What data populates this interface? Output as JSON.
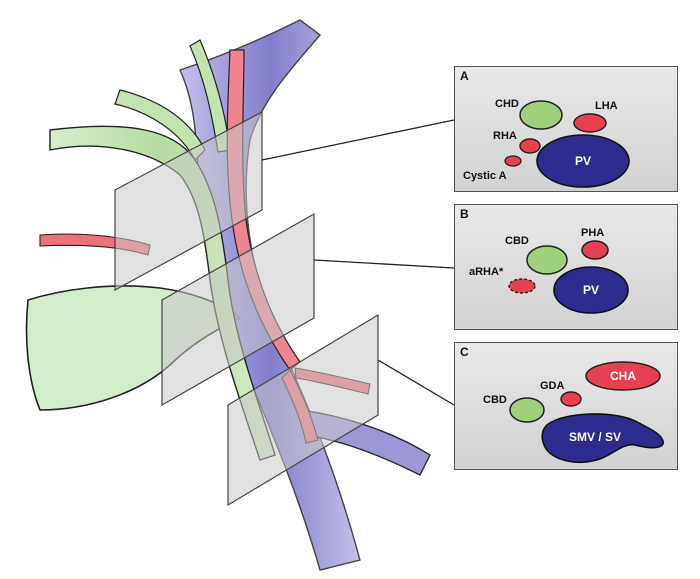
{
  "panels": [
    {
      "letter": "A",
      "labels": {
        "chd": "CHD",
        "rha": "RHA",
        "cystic": "Cystic A",
        "lha": "LHA",
        "pv": "PV"
      }
    },
    {
      "letter": "B",
      "labels": {
        "cbd": "CBD",
        "pha": "PHA",
        "arha": "aRHA*",
        "pv": "PV"
      }
    },
    {
      "letter": "C",
      "labels": {
        "cbd": "CBD",
        "gda": "GDA",
        "cha": "CHA",
        "smv": "SMV / SV"
      }
    }
  ],
  "colors": {
    "bile_duct": "#9fd07a",
    "artery": "#e8404e",
    "vein": "#2e2b8f",
    "duct_light": "#cfe6c2",
    "artery_light": "#f0a0a8",
    "vein_light": "#b8b4e0",
    "plane": "#c9c9c9",
    "panel_bg": "#dcdcdc"
  }
}
